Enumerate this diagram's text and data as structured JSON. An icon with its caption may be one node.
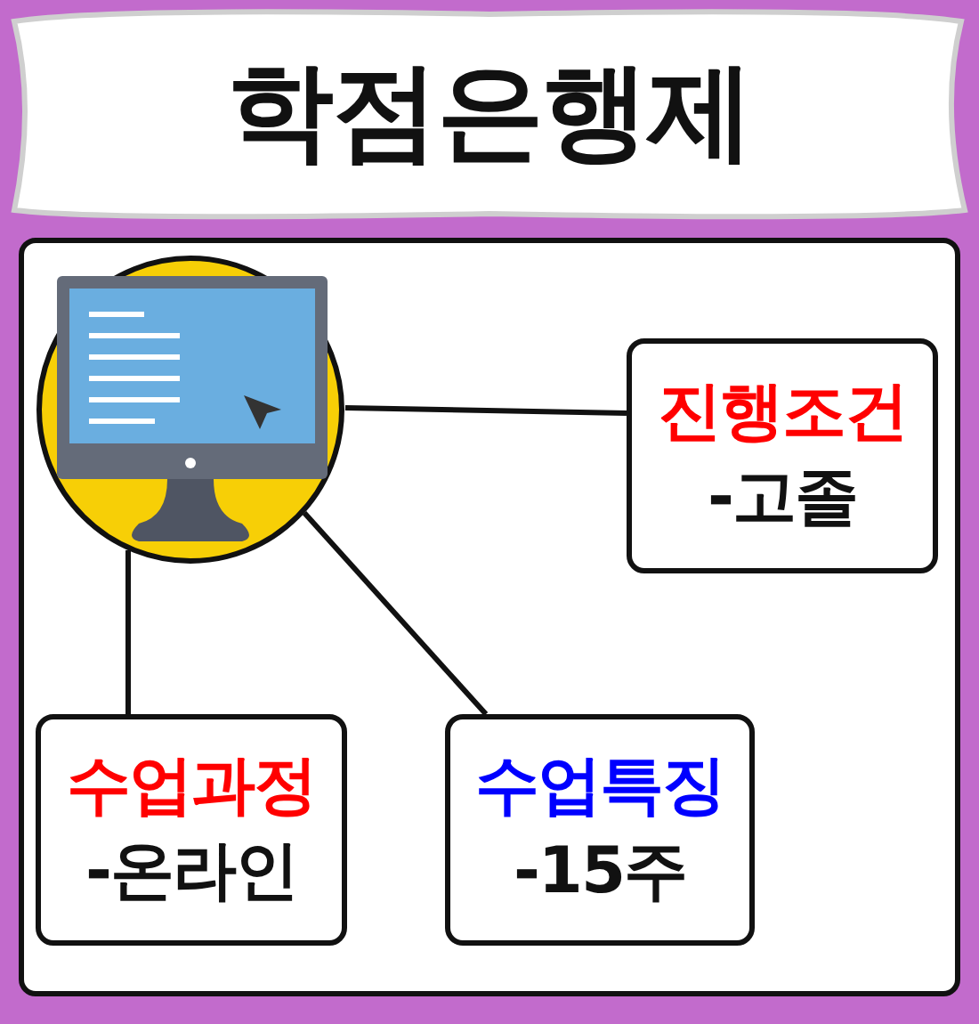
{
  "diagram": {
    "title": "학점은행제",
    "nodes": [
      {
        "text": [],
        "shape": "picture"
      },
      {
        "text": [
          "진행조건",
          "-고졸"
        ]
      },
      {
        "text": [
          "수업과정",
          "-온라인"
        ]
      },
      {
        "text": [
          "수업특징",
          "-15주"
        ]
      }
    ],
    "edges": [
      {
        "from": 0,
        "to": 1,
        "arrow": "none"
      },
      {
        "from": 0,
        "to": 2,
        "arrow": "none"
      },
      {
        "from": 0,
        "to": 3,
        "arrow": "none"
      }
    ]
  }
}
